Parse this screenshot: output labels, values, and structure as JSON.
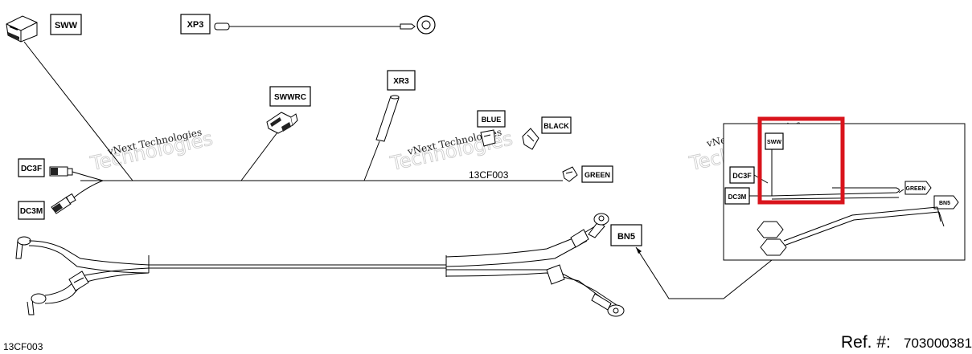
{
  "labels": {
    "sww": "SWW",
    "xp3": "XP3",
    "swwrc": "SWWRC",
    "xr3": "XR3",
    "blue": "BLUE",
    "black": "BLACK",
    "green": "GREEN",
    "dc3f": "DC3F",
    "dc3m": "DC3M",
    "bn5": "BN5"
  },
  "inset": {
    "sww": "SWW",
    "dc3f": "DC3F",
    "dc3m": "DC3M",
    "green": "GREEN",
    "bn5": "BN5"
  },
  "watermark": {
    "line1": "vNext Technologies",
    "line2": "Technologies",
    "inset_line1": "vNext Technologies"
  },
  "part_code_center": "13CF003",
  "part_code_corner": "13CF003",
  "ref": {
    "label": "Ref. #:",
    "number": "703000381"
  },
  "highlight_color": "#d9141c"
}
